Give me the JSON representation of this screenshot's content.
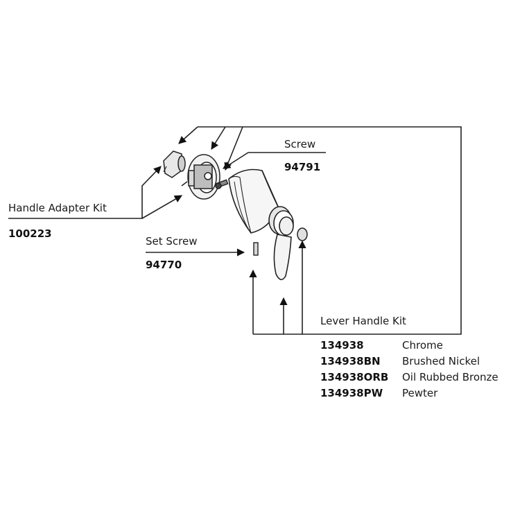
{
  "labels": {
    "screw": {
      "name": "Screw",
      "part": "94791"
    },
    "handle_adapter": {
      "name": "Handle Adapter Kit",
      "part": "100223"
    },
    "set_screw": {
      "name": "Set Screw",
      "part": "94770"
    },
    "lever_handle": {
      "name": "Lever Handle Kit"
    }
  },
  "lever_kit_parts": [
    {
      "part": "134938",
      "finish": "Chrome"
    },
    {
      "part": "134938BN",
      "finish": "Brushed Nickel"
    },
    {
      "part": "134938ORB",
      "finish": "Oil Rubbed Bronze"
    },
    {
      "part": "134938PW",
      "finish": "Pewter"
    }
  ],
  "colors": {
    "line": "#222222",
    "text": "#111111",
    "background": "#ffffff"
  }
}
